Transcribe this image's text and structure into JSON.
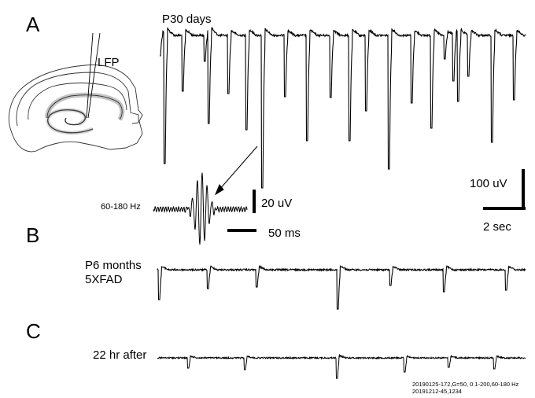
{
  "panels": {
    "a": "A",
    "b": "B",
    "c": "C"
  },
  "diagram": {
    "probe_label": "LFP"
  },
  "traces": {
    "p30": {
      "label": "P30 days"
    },
    "p6": {
      "label_line1": "P6 months",
      "label_line2": "5XFAD"
    },
    "after": {
      "label": "22 hr after"
    }
  },
  "inset": {
    "band_label": "60-180 Hz"
  },
  "scale_bars": {
    "inset_amplitude": "20 uV",
    "inset_time": "50 ms",
    "main_amplitude": "100 uV",
    "main_time": "2 sec"
  },
  "footnote": {
    "line1": "20190125-172,G=50, 0.1-200,60-180 Hz",
    "line2": "20191212-45,1234"
  }
}
